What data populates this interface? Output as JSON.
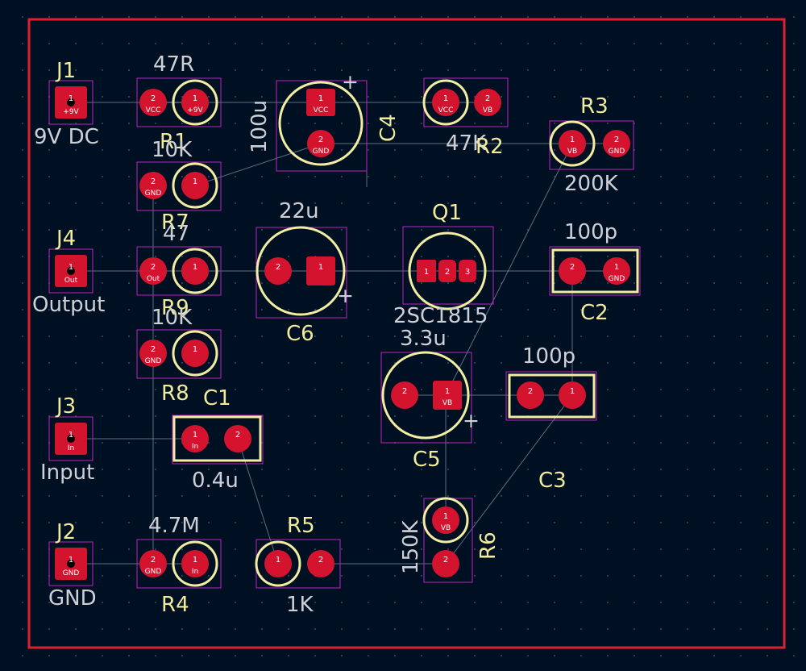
{
  "board": {
    "edge_color": "#e01f2f",
    "background": "#001023",
    "silkscreen_color": "#f2eda1",
    "pad_color": "#d4142e",
    "courtyard_color": "#c21fc2",
    "reference_color": "#f2eb9c",
    "value_color": "#cfd0d6"
  },
  "components": {
    "J1": {
      "ref": "J1",
      "value": "9V DC",
      "pads": [
        {
          "num": "1",
          "net": "+9V"
        }
      ]
    },
    "J4": {
      "ref": "J4",
      "value": "Output",
      "pads": [
        {
          "num": "1",
          "net": "Out"
        }
      ]
    },
    "J3": {
      "ref": "J3",
      "value": "Input",
      "pads": [
        {
          "num": "1",
          "net": "In"
        }
      ]
    },
    "J2": {
      "ref": "J2",
      "value": "GND",
      "pads": [
        {
          "num": "1",
          "net": "GND"
        }
      ]
    },
    "R1": {
      "ref": "R1",
      "value": "47R",
      "pads": [
        {
          "num": "2",
          "net": "VCC"
        },
        {
          "num": "1",
          "net": "+9V"
        }
      ]
    },
    "R7": {
      "ref": "R7",
      "value": "10K",
      "pads": [
        {
          "num": "2",
          "net": "GND"
        },
        {
          "num": "1",
          "net": ""
        }
      ]
    },
    "R9": {
      "ref": "R9",
      "value": "47",
      "pads": [
        {
          "num": "2",
          "net": "Out"
        },
        {
          "num": "1",
          "net": ""
        }
      ]
    },
    "R8": {
      "ref": "R8",
      "value": "10K",
      "pads": [
        {
          "num": "2",
          "net": "GND"
        },
        {
          "num": "1",
          "net": ""
        }
      ]
    },
    "R4": {
      "ref": "R4",
      "value": "4.7M",
      "pads": [
        {
          "num": "2",
          "net": "GND"
        },
        {
          "num": "1",
          "net": "In"
        }
      ]
    },
    "R5": {
      "ref": "R5",
      "value": "1K",
      "pads": [
        {
          "num": "1",
          "net": ""
        },
        {
          "num": "2",
          "net": ""
        }
      ]
    },
    "R2": {
      "ref": "R2",
      "value": "47K",
      "pads": [
        {
          "num": "1",
          "net": "VCC"
        },
        {
          "num": "2",
          "net": "VB"
        }
      ]
    },
    "R3": {
      "ref": "R3",
      "value": "200K",
      "pads": [
        {
          "num": "1",
          "net": "VB"
        },
        {
          "num": "2",
          "net": "GND"
        }
      ]
    },
    "R6": {
      "ref": "R6",
      "value": "150K",
      "pads": [
        {
          "num": "1",
          "net": "VB"
        },
        {
          "num": "2",
          "net": ""
        }
      ]
    },
    "C4": {
      "ref": "C4",
      "value": "100u",
      "symbol": "+",
      "pads": [
        {
          "num": "1",
          "net": "VCC"
        },
        {
          "num": "2",
          "net": "GND"
        }
      ]
    },
    "C6": {
      "ref": "C6",
      "value": "22u",
      "symbol": "+",
      "pads": [
        {
          "num": "2",
          "net": ""
        },
        {
          "num": "1",
          "net": ""
        }
      ]
    },
    "C5": {
      "ref": "C5",
      "value": "3.3u",
      "symbol": "+",
      "pads": [
        {
          "num": "2",
          "net": ""
        },
        {
          "num": "1",
          "net": "VB"
        }
      ]
    },
    "Q1": {
      "ref": "Q1",
      "value": "2SC1815",
      "pads": [
        {
          "num": "1",
          "net": ""
        },
        {
          "num": "2",
          "net": ""
        },
        {
          "num": "3",
          "net": ""
        }
      ]
    },
    "C2": {
      "ref": "C2",
      "value": "100p",
      "pads": [
        {
          "num": "2",
          "net": ""
        },
        {
          "num": "1",
          "net": "GND"
        }
      ]
    },
    "C3": {
      "ref": "C3",
      "value": "100p",
      "pads": [
        {
          "num": "2",
          "net": ""
        },
        {
          "num": "1",
          "net": ""
        }
      ]
    },
    "C1": {
      "ref": "C1",
      "value": "0.4u",
      "pads": [
        {
          "num": "1",
          "net": "In"
        },
        {
          "num": "2",
          "net": ""
        }
      ]
    }
  }
}
